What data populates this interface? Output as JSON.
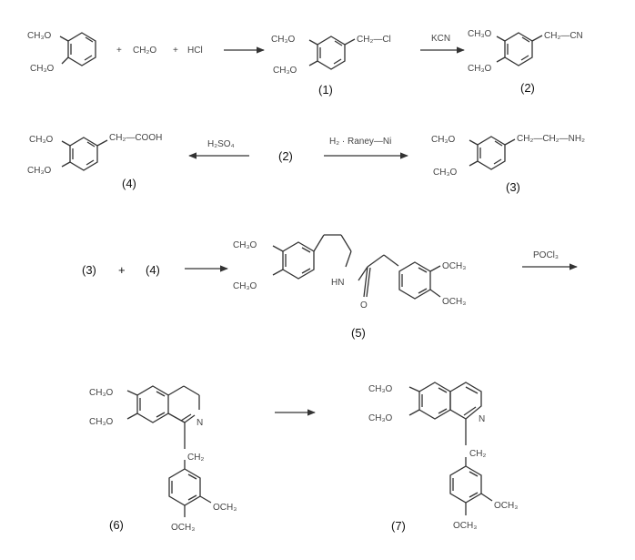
{
  "row1": {
    "start_sub1": "CH₃O",
    "start_sub2": "CH₃O",
    "plus1": "+",
    "formaldehyde": "CH₂O",
    "plus2": "+",
    "hcl": "HCl",
    "c1_sub1": "CH₃O",
    "c1_sub2": "CH₃O",
    "c1_side": "CH₂—Cl",
    "c1_label": "(1)",
    "kcn": "KCN",
    "c2_sub1": "CH₃O",
    "c2_sub2": "CH₃O",
    "c2_side": "CH₂—CN",
    "c2_label": "(2)"
  },
  "row2": {
    "c4_sub1": "CH₃O",
    "c4_sub2": "CH₃O",
    "c4_side": "CH₂—COOH",
    "c4_label": "(4)",
    "h2so4": "H₂SO₄",
    "c2_mid_label": "(2)",
    "raney": "H₂ · Raney—Ni",
    "c3_sub1": "CH₃O",
    "c3_sub2": "CH₃O",
    "c3_side": "CH₂—CH₂—NH₂",
    "c3_label": "(3)"
  },
  "row3": {
    "r3_label": "(3)",
    "plus": "+",
    "r4_label": "(4)",
    "c5_sub1": "CH₃O",
    "c5_sub2": "CH₃O",
    "c5_hn": "HN",
    "c5_o": "O",
    "c5_sub3": "OCH₃",
    "c5_sub4": "OCH₃",
    "c5_label": "(5)",
    "pocl3": "POCl₃"
  },
  "row4": {
    "c6_sub1": "CH₃O",
    "c6_sub2": "CH₃O",
    "c6_n": "N",
    "c6_ch2": "CH₂",
    "c6_sub3": "OCH₃",
    "c6_sub4": "OCH₃",
    "c6_label": "(6)",
    "c7_sub1": "CH₃O",
    "c7_sub2": "CH₃O",
    "c7_n": "N",
    "c7_ch2": "CH₂",
    "c7_sub3": "OCH₃",
    "c7_sub4": "OCH₃",
    "c7_label": "(7)"
  }
}
